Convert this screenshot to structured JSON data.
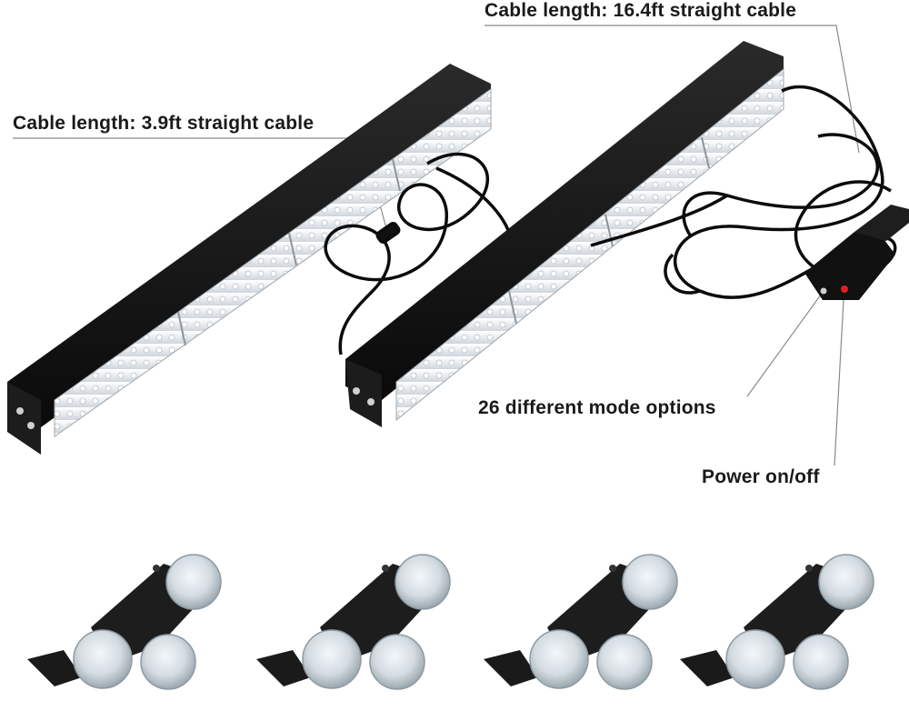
{
  "callouts": {
    "long_cable": "Cable length: 16.4ft straight cable",
    "short_cable": "Cable length: 3.9ft straight cable",
    "modes": "26 different mode options",
    "power": "Power on/off"
  },
  "colors": {
    "bar_body": "#141414",
    "lens": "#eef1f3",
    "cable": "#0c0c0c",
    "leader_line": "#8a8a8a",
    "switch_red": "#e02020",
    "suction_cup": "#c9d3da"
  },
  "mount_count": 4
}
